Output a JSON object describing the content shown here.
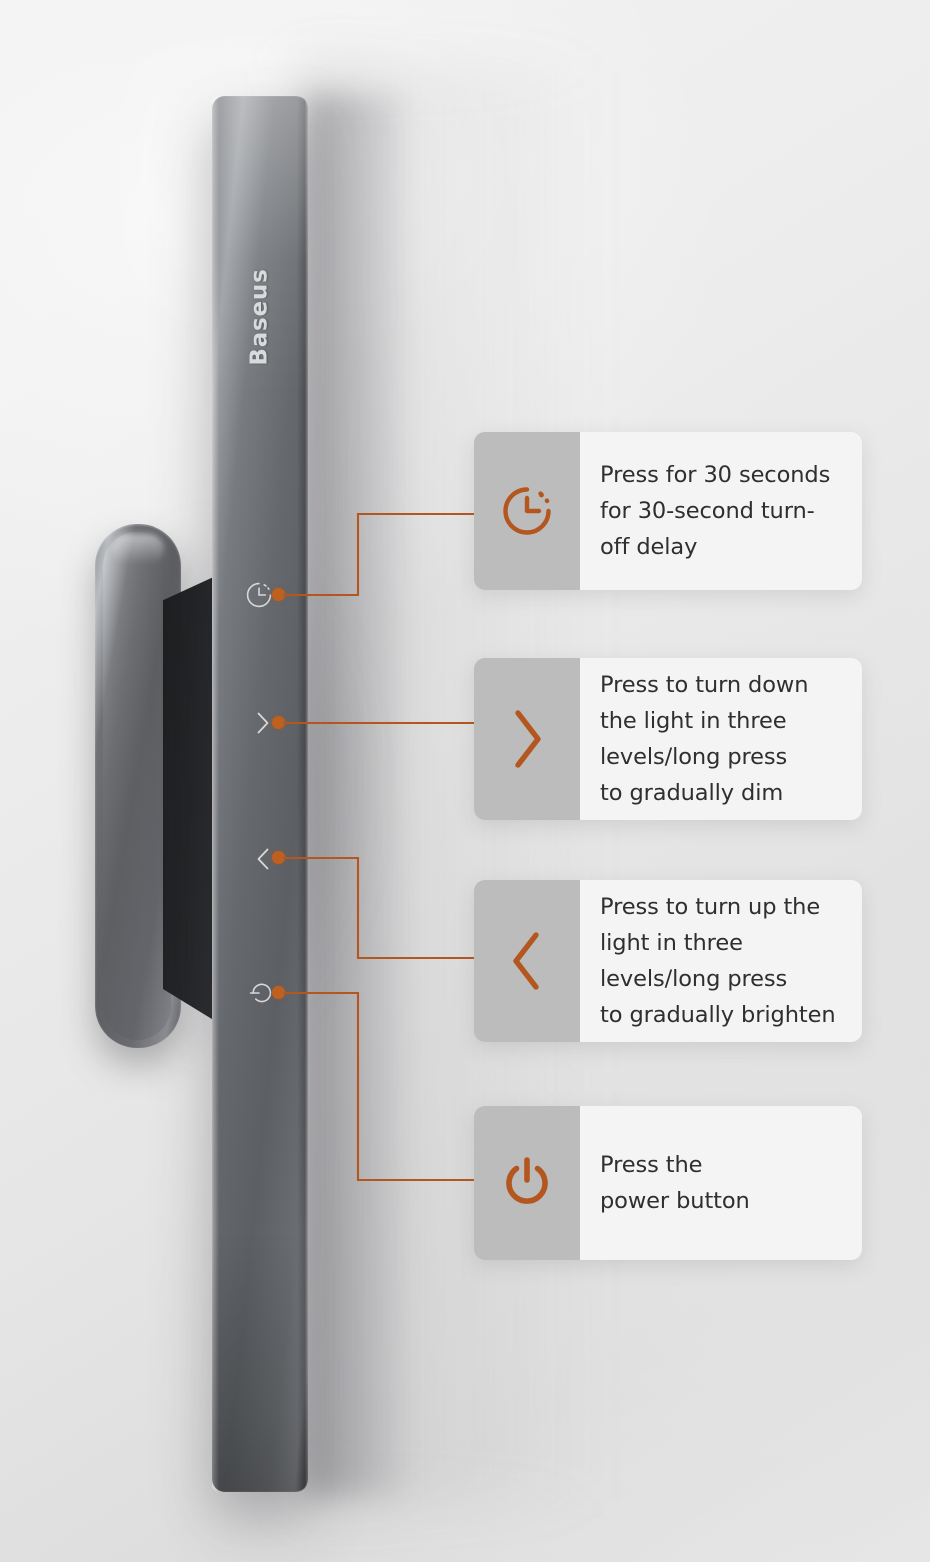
{
  "product": {
    "brand": "Baseus",
    "accent_color": "#b4561f",
    "bar_color": "#6a6d71",
    "callout_icon_panel_color": "#bcbcbc",
    "callout_text_panel_color": "#f4f4f4",
    "text_color": "#2f2f2f"
  },
  "device_controls": [
    {
      "name": "timer",
      "icon": "timer-icon"
    },
    {
      "name": "dim",
      "icon": "chevron-right-icon"
    },
    {
      "name": "brighten",
      "icon": "chevron-left-icon"
    },
    {
      "name": "power",
      "icon": "power-icon"
    }
  ],
  "callouts": [
    {
      "id": "timer",
      "icon": "timer-icon",
      "lines": [
        "Press for 30 seconds",
        "for 30-second turn-",
        "off delay"
      ]
    },
    {
      "id": "dim",
      "icon": "chevron-right-icon",
      "lines": [
        "Press to turn down",
        "the light in three",
        "levels/long press",
        "to gradually dim"
      ]
    },
    {
      "id": "brighten",
      "icon": "chevron-left-icon",
      "lines": [
        "Press to turn up the",
        "light in three",
        "levels/long press",
        "to gradually brighten"
      ]
    },
    {
      "id": "power",
      "icon": "power-icon",
      "lines": [
        "Press the",
        "power button"
      ]
    }
  ]
}
